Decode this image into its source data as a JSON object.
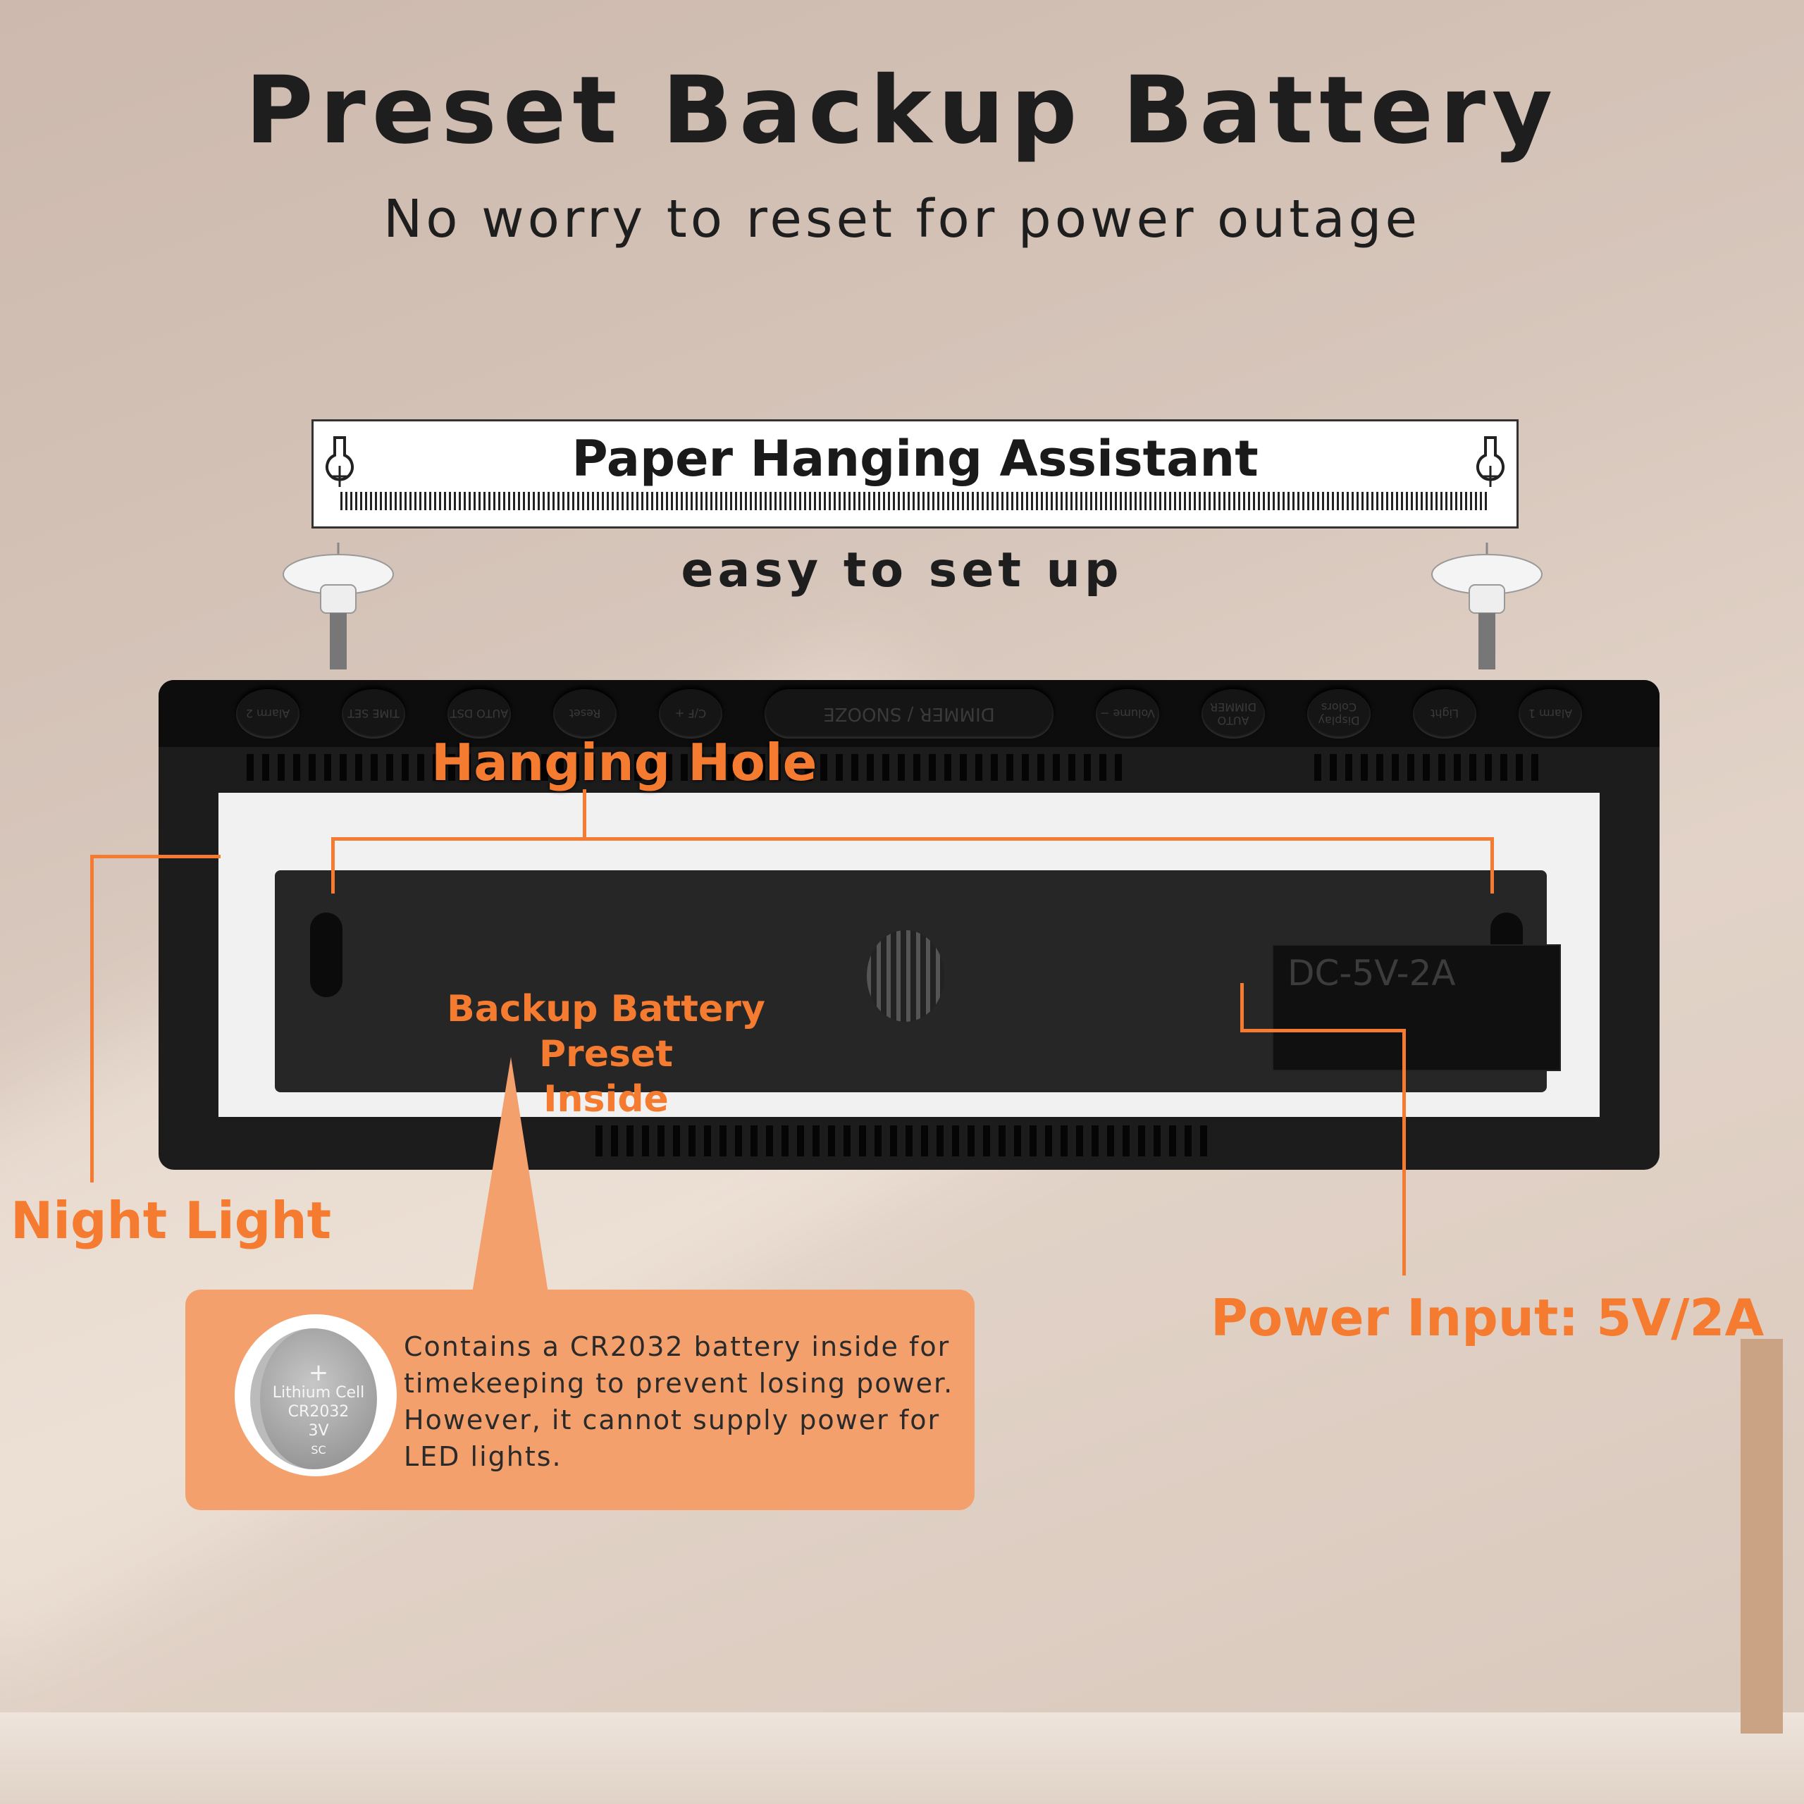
{
  "header": {
    "title": "Preset Backup Battery",
    "subtitle": "No worry to reset for power outage"
  },
  "hanging_strip": {
    "title": "Paper Hanging Assistant",
    "caption": "easy to set up"
  },
  "clock": {
    "buttons": [
      "Alarm 2",
      "TIME SET",
      "AUTO DST",
      "Reset",
      "C/F +",
      "DIMMER / SNOOZE",
      "Volume −",
      "AUTO DIMMER",
      "Display Colors",
      "Light",
      "Alarm 1"
    ],
    "dc_label": "DC-5V-2A"
  },
  "labels": {
    "hanging_hole": "Hanging Hole",
    "backup_line1": "Backup Battery Preset",
    "backup_line2": "Inside",
    "night_light": "Night Light",
    "power_input": "Power Input: 5V/2A"
  },
  "callout": {
    "text": "Contains a CR2032 battery inside for timekeeping to prevent losing power. However, it cannot supply power for LED lights.",
    "battery": {
      "line1": "Lithium Cell",
      "line2": "CR2032",
      "line3": "3V",
      "line4": "SC"
    }
  },
  "colors": {
    "accent": "#f47b30",
    "callout_bg": "#f3a06c"
  }
}
